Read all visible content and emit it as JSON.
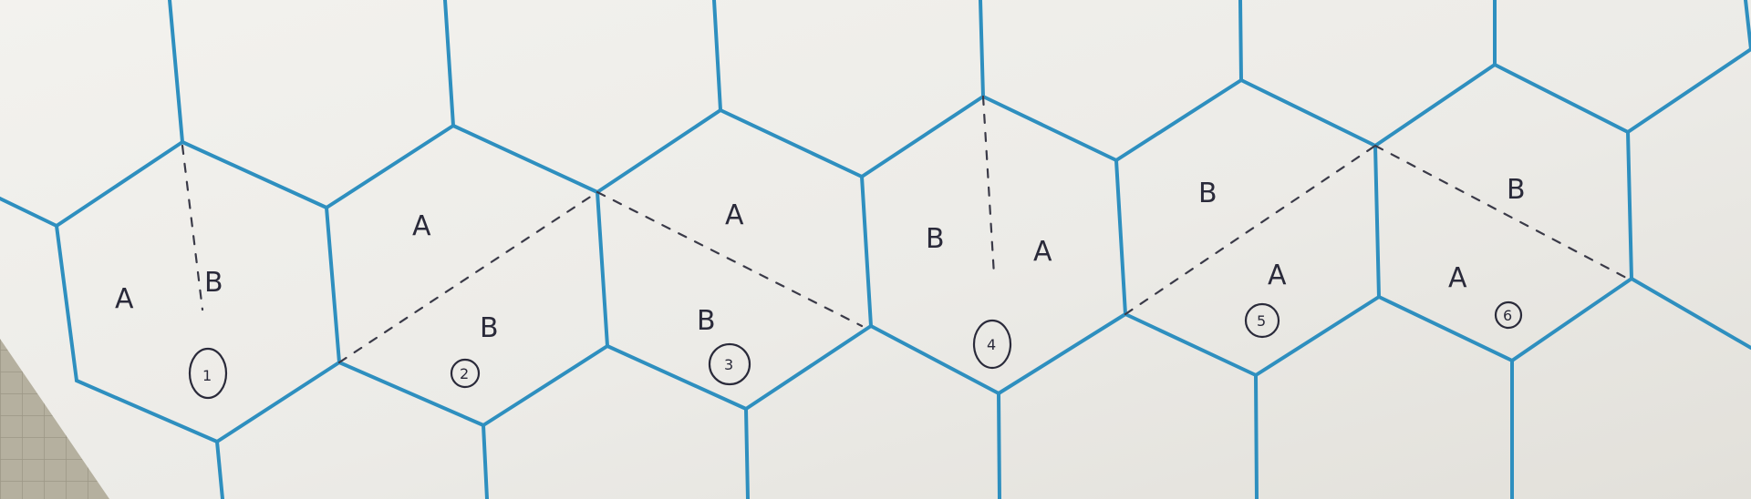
{
  "image": {
    "subject": "hand-annotated hexagon grid paper",
    "grid_line_color": "#2e8fbf",
    "paper_color": "#eeece8",
    "ink_color": "#2a2a3a"
  },
  "hexes": [
    {
      "number": "1",
      "side_a": "A",
      "side_b": "B"
    },
    {
      "number": "2",
      "side_a": "A",
      "side_b": "B"
    },
    {
      "number": "3",
      "side_a": "A",
      "side_b": "B"
    },
    {
      "number": "4",
      "side_a": "B",
      "side_b": "A"
    },
    {
      "number": "5",
      "side_a": "B",
      "side_b": "A"
    },
    {
      "number": "6",
      "side_a": "A",
      "side_b": "B"
    }
  ]
}
